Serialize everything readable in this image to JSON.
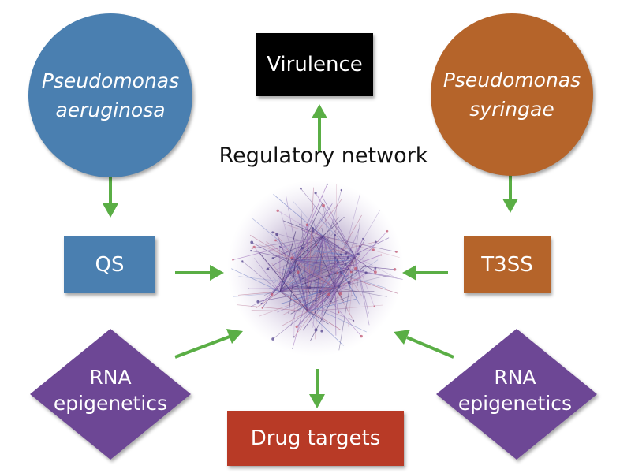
{
  "diagram": {
    "nodes": {
      "pseudomonas_aeruginosa": {
        "line1": "Pseudomonas",
        "line2": "aeruginosa",
        "color": "#4a7fb0"
      },
      "pseudomonas_syringae": {
        "line1": "Pseudomonas",
        "line2": "syringae",
        "color": "#b5642a"
      },
      "virulence": {
        "label": "Virulence",
        "color": "#000000"
      },
      "qs": {
        "label": "QS",
        "color": "#4a7fb0"
      },
      "t3ss": {
        "label": "T3SS",
        "color": "#b5642a"
      },
      "rna_left": {
        "line1": "RNA",
        "line2": "epigenetics",
        "color": "#6d4695"
      },
      "rna_right": {
        "line1": "RNA",
        "line2": "epigenetics",
        "color": "#6d4695"
      },
      "drug_targets": {
        "label": "Drug targets",
        "color": "#b83a26"
      },
      "network": {
        "label": "Regulatory network"
      }
    },
    "arrow_color": "#5aae45",
    "edges": [
      {
        "from": "network",
        "to": "virulence"
      },
      {
        "from": "pseudomonas_aeruginosa",
        "to": "qs"
      },
      {
        "from": "pseudomonas_syringae",
        "to": "t3ss"
      },
      {
        "from": "qs",
        "to": "network"
      },
      {
        "from": "t3ss",
        "to": "network"
      },
      {
        "from": "rna_left",
        "to": "network"
      },
      {
        "from": "rna_right",
        "to": "network"
      },
      {
        "from": "network",
        "to": "drug_targets"
      }
    ]
  }
}
